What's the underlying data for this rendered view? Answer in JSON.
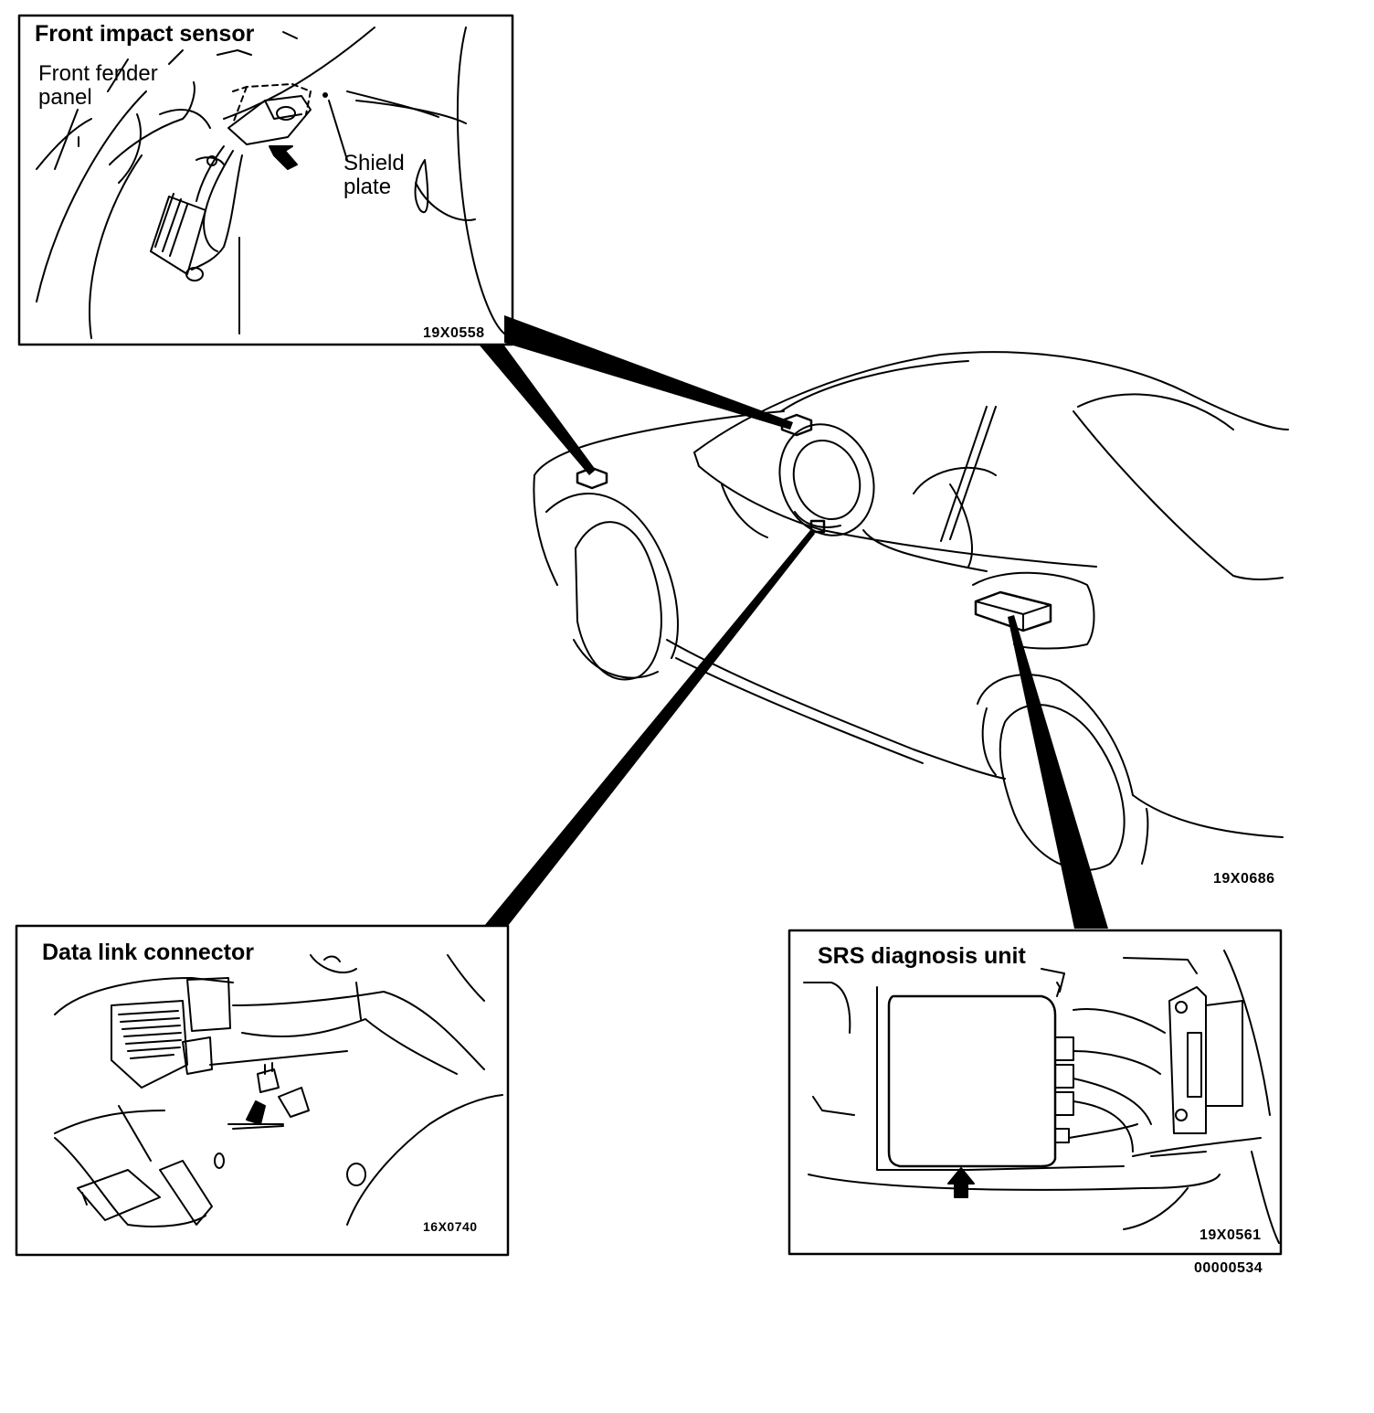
{
  "insets": {
    "front_impact": {
      "title": "Front impact sensor",
      "fender_label": "Front fender\npanel",
      "shield_label": "Shield\nplate",
      "code": "19X0558"
    },
    "data_link": {
      "title": "Data link connector",
      "code": "16X0740"
    },
    "srs_unit": {
      "title": "SRS diagnosis unit",
      "code": "19X0561"
    }
  },
  "main": {
    "code": "19X0686",
    "doc_number": "00000534"
  }
}
